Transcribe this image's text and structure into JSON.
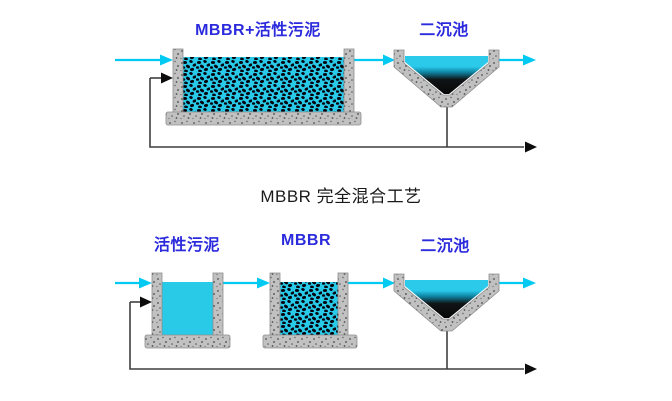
{
  "caption": {
    "text": "MBBR 完全混合工艺"
  },
  "top_diagram": {
    "reactor_label": "MBBR+活性污泥",
    "clarifier_label": "二沉池"
  },
  "bottom_diagram": {
    "tank1_label": "活性污泥",
    "tank2_label": "MBBR",
    "clarifier_label": "二沉池"
  },
  "colors": {
    "label_blue": "#2b2bdd",
    "caption_text": "#1a1a1a",
    "water_cyan": "#29c9e8",
    "flow_arrow_cyan": "#00c9f2",
    "return_line_gray": "#3f3f3f",
    "arrowhead_black": "#0d0d0d",
    "concrete_gray": "#c1c1c1",
    "media_dot_black": "#05050f",
    "sludge_black": "#0a0a0a",
    "background": "#ffffff"
  }
}
